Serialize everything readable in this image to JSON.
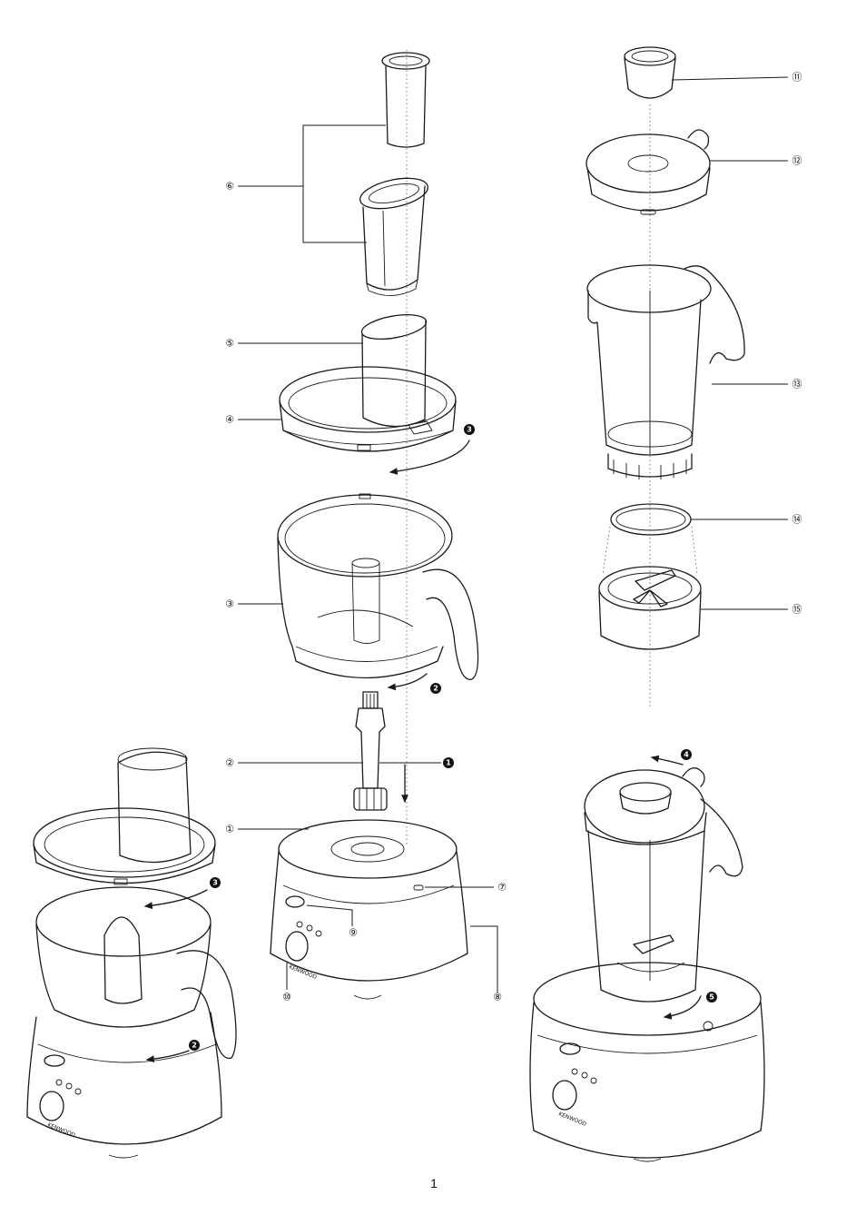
{
  "labels": {
    "p1": "①",
    "p2": "②",
    "p3": "③",
    "p4": "④",
    "p5": "⑤",
    "p6": "⑥",
    "p7": "⑦",
    "p8": "⑧",
    "p9": "⑨",
    "p10": "⑩",
    "p11": "⑪",
    "p12": "⑫",
    "p13": "⑬",
    "p14": "⑭",
    "p15": "⑮"
  },
  "steps": {
    "s1": "1",
    "s2": "2",
    "s3": "3",
    "s4": "4",
    "s5": "5"
  },
  "branding": {
    "logo_text": "KENWOOD"
  },
  "page": {
    "number": "1"
  }
}
